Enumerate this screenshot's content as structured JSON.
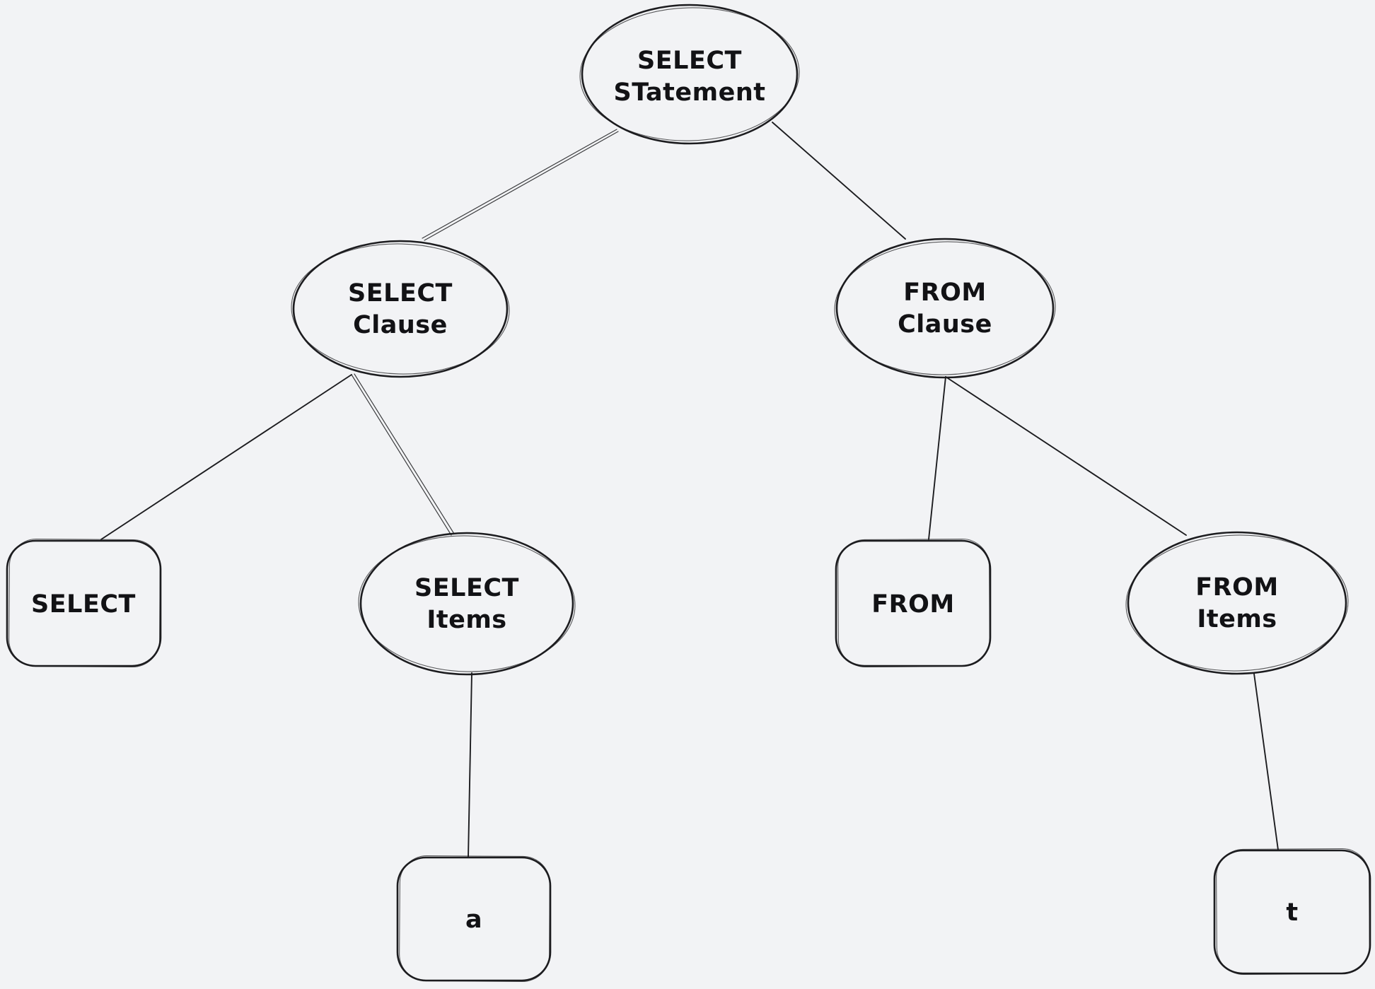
{
  "diagram": {
    "type": "tree",
    "style": "hand-drawn-sketch",
    "colors": {
      "background": "#f2f3f5",
      "stroke": "#1c1c1f",
      "text": "#121215"
    },
    "nodes": {
      "select_statement": {
        "shape": "ellipse",
        "line1": "SELECT",
        "line2": "STatement"
      },
      "select_clause": {
        "shape": "ellipse",
        "line1": "SELECT",
        "line2": "Clause"
      },
      "from_clause": {
        "shape": "ellipse",
        "line1": "FROM",
        "line2": "Clause"
      },
      "select_keyword": {
        "shape": "rectangle",
        "label": "SELECT"
      },
      "select_items": {
        "shape": "ellipse",
        "line1": "SELECT",
        "line2": "Items"
      },
      "from_keyword": {
        "shape": "rectangle",
        "label": "FROM"
      },
      "from_items": {
        "shape": "ellipse",
        "line1": "FROM",
        "line2": "Items"
      },
      "select_item_value": {
        "shape": "rectangle",
        "label": "a"
      },
      "from_item_value": {
        "shape": "rectangle",
        "label": "t"
      }
    },
    "edges": [
      {
        "from": "select_statement",
        "to": "select_clause"
      },
      {
        "from": "select_statement",
        "to": "from_clause"
      },
      {
        "from": "select_clause",
        "to": "select_keyword"
      },
      {
        "from": "select_clause",
        "to": "select_items"
      },
      {
        "from": "select_items",
        "to": "select_item_value"
      },
      {
        "from": "from_clause",
        "to": "from_keyword"
      },
      {
        "from": "from_clause",
        "to": "from_items"
      },
      {
        "from": "from_items",
        "to": "from_item_value"
      }
    ]
  }
}
